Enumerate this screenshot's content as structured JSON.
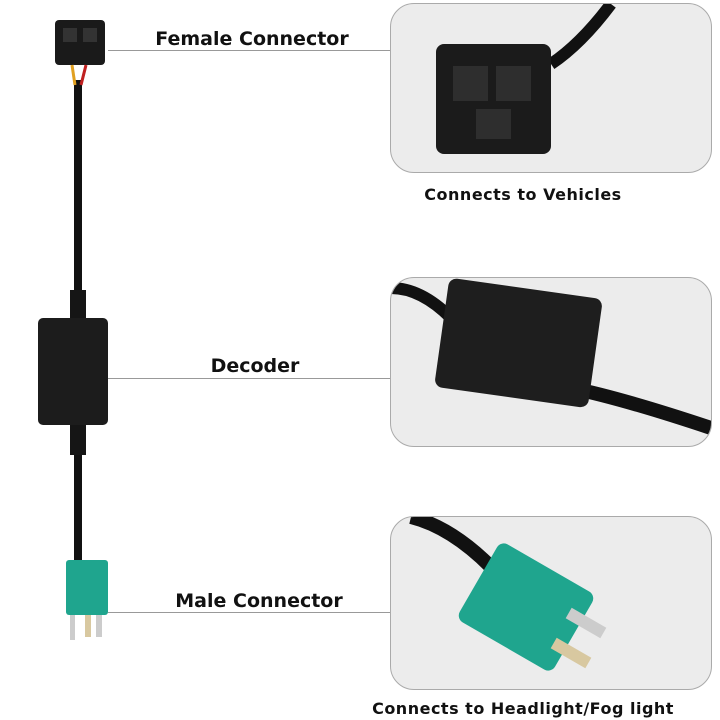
{
  "labels": {
    "female": "Female Connector",
    "decoder": "Decoder",
    "male": "Male Connector"
  },
  "captions": {
    "vehicles": "Connects to Vehicles",
    "headlight": "Connects to Headlight/Fog light"
  },
  "colors": {
    "connector_green": "#1fa58e",
    "cable": "#111111",
    "panel_bg": "#ececec"
  }
}
